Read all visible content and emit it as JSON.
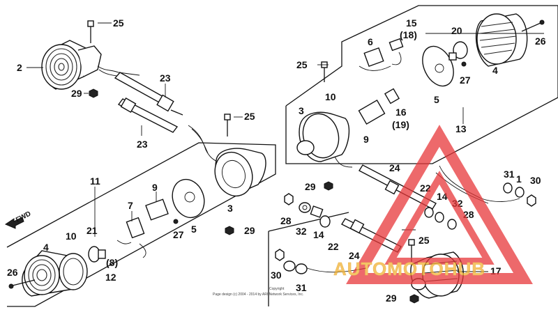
{
  "callouts": {
    "n2": "2",
    "n3a": "3",
    "n3b": "3",
    "n4a": "4",
    "n4b": "4",
    "n5a": "5",
    "n5b": "5",
    "n6": "6",
    "n7": "7",
    "n8": "(8)",
    "n9a": "9",
    "n9b": "9",
    "n10a": "10",
    "n10b": "10",
    "n11": "11",
    "n12": "12",
    "n13": "13",
    "n14a": "14",
    "n14b": "14",
    "n15": "15",
    "n18": "(18)",
    "n16": "16",
    "n19": "(19)",
    "n17": "17",
    "n20": "20",
    "n21": "21",
    "n22a": "22",
    "n22b": "22",
    "n23a": "23",
    "n23b": "23",
    "n24a": "24",
    "n24b": "24",
    "n25a": "25",
    "n25b": "25",
    "n25c": "25",
    "n25d": "25",
    "n26a": "26",
    "n26b": "26",
    "n27a": "27",
    "n27b": "27",
    "n28a": "28",
    "n28b": "28",
    "n29a": "29",
    "n29b": "29",
    "n29c": "29",
    "n29d": "29",
    "n30a": "30",
    "n30b": "30",
    "n31a": "31",
    "n31b": "31",
    "n32a": "32",
    "n32b": "32",
    "n1": "1"
  },
  "fwd_label": "FWD",
  "copyright_line1": "Copyright",
  "copyright_line2": "Page design (c) 2004 - 2014 by ARI Network Services, Inc.",
  "watermark": {
    "text": "AUTOMOTOHUB",
    "color_red": "#e8383a",
    "color_yellow": "#f2b233"
  }
}
